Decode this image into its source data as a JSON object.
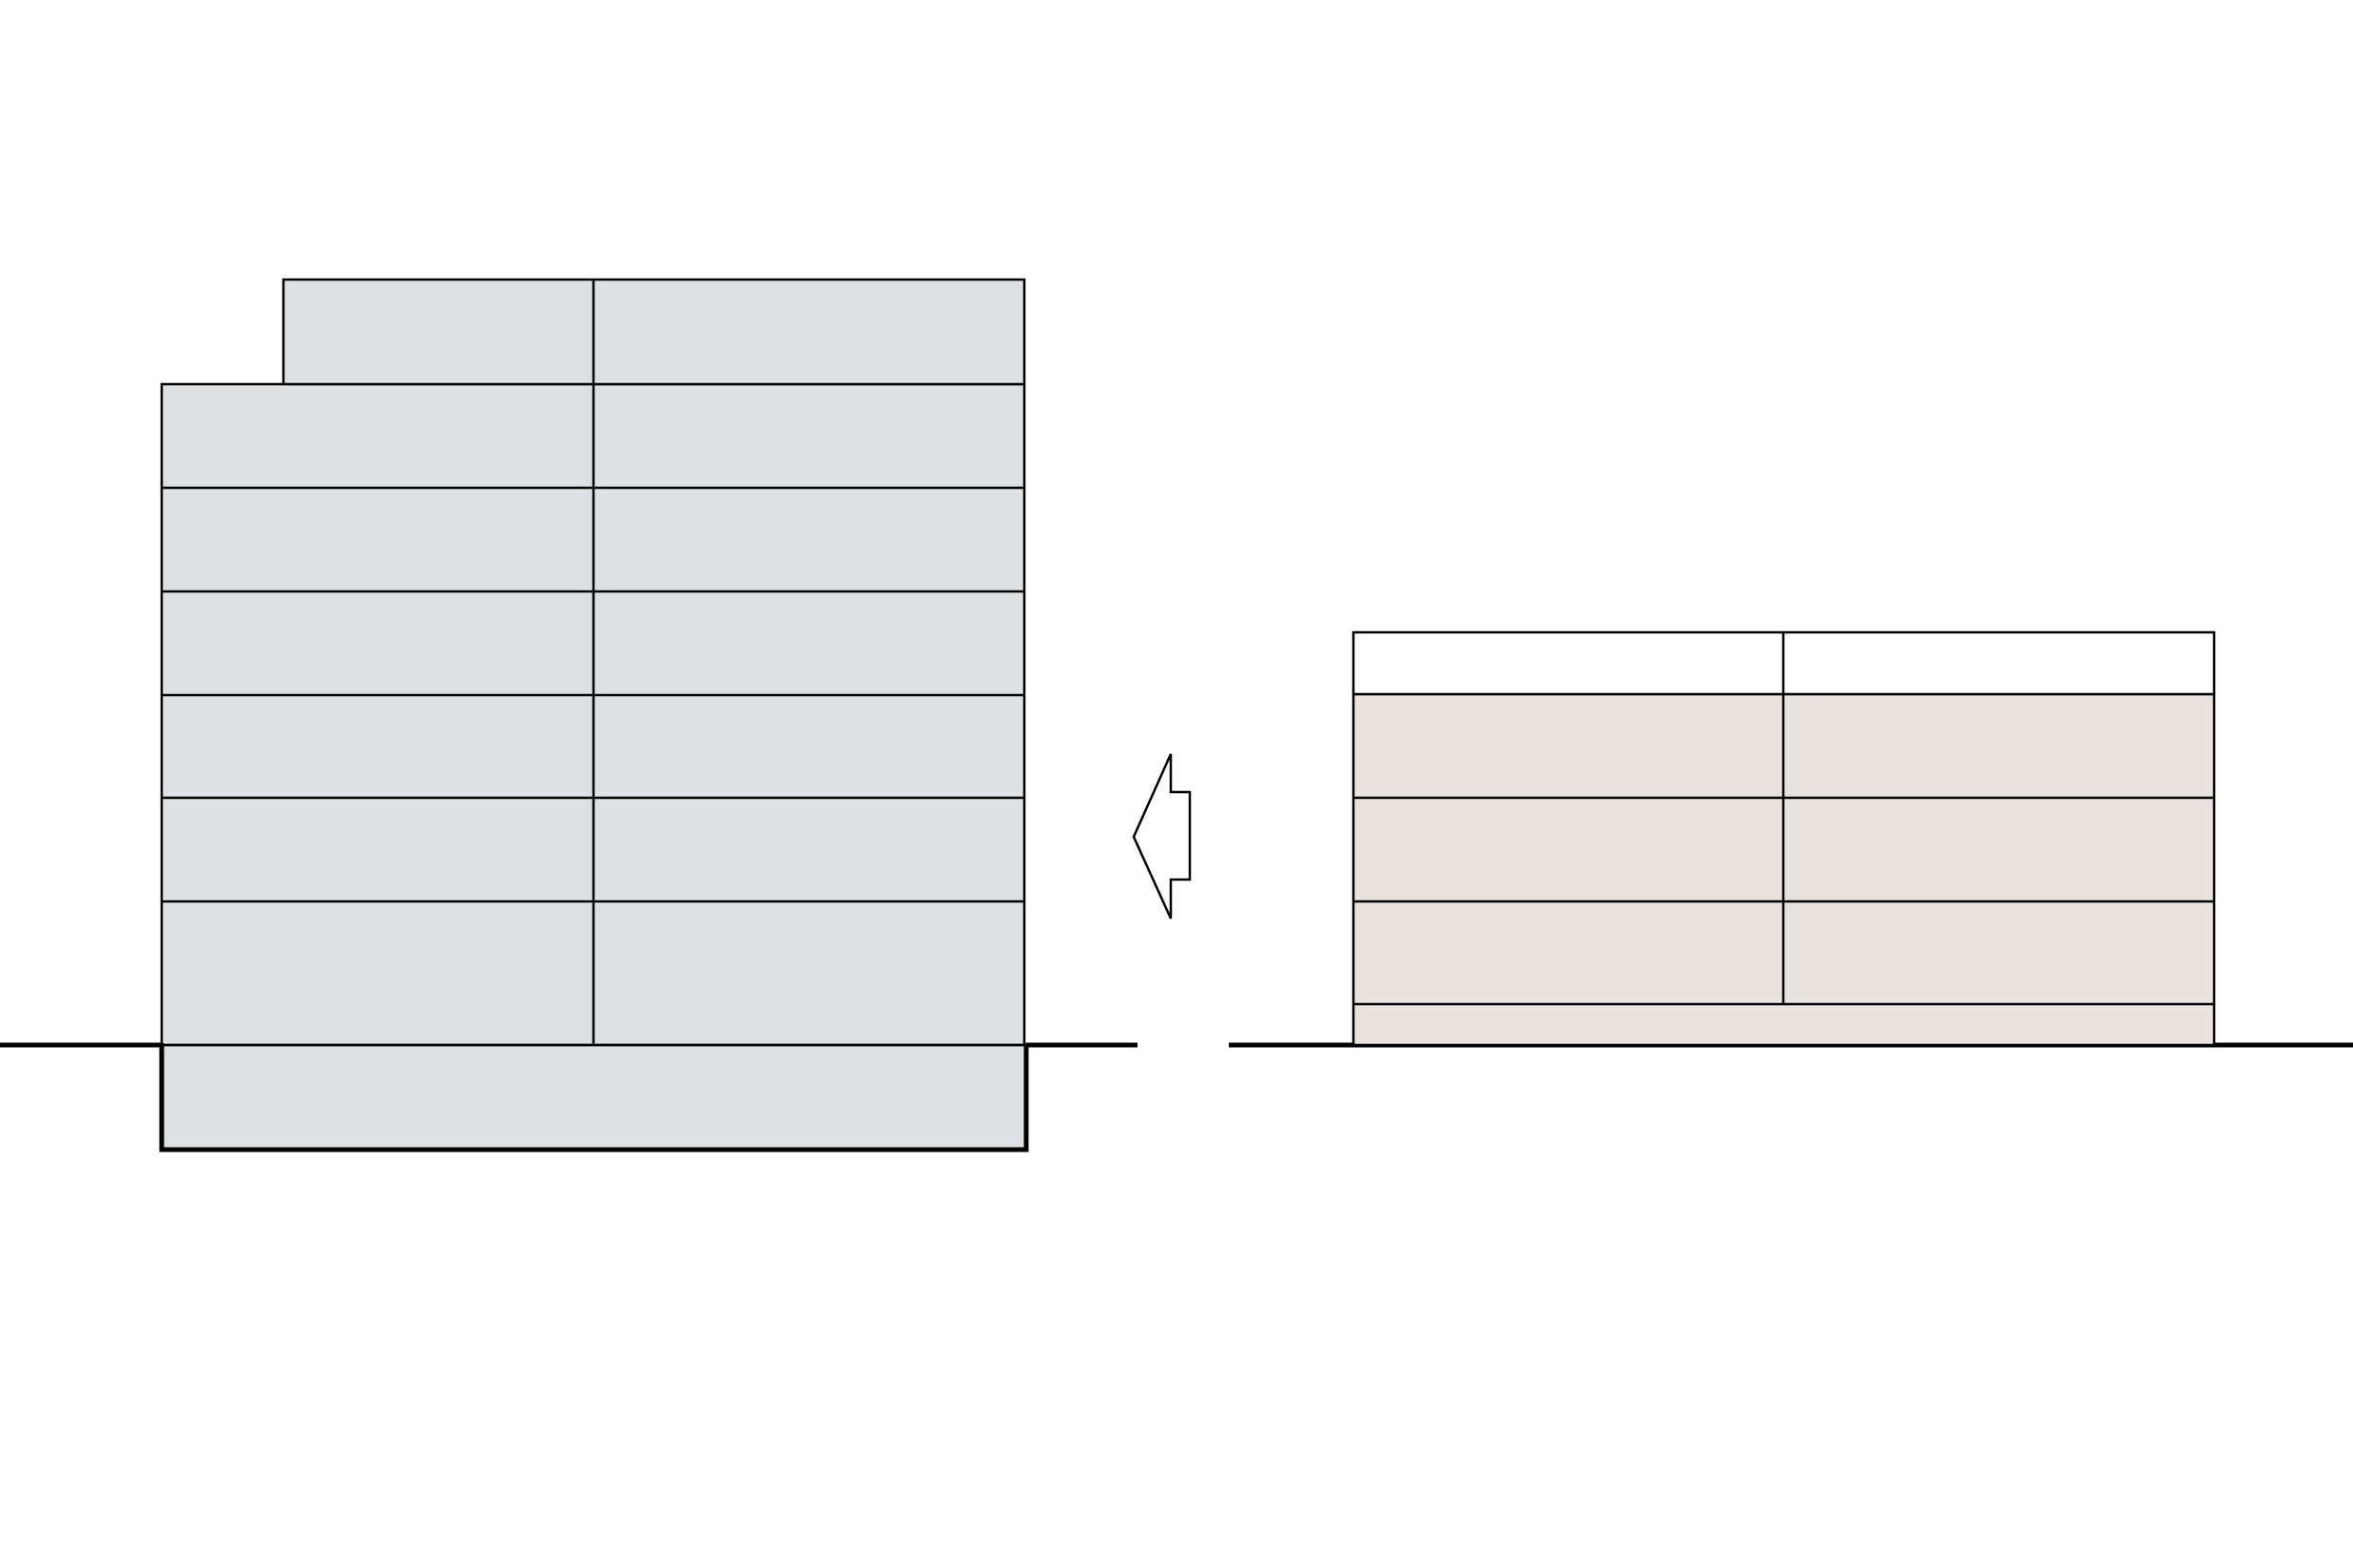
{
  "diagram": {
    "description_kind": "building-section-comparison",
    "colors": {
      "background": "#ffffff",
      "line": "#000000",
      "left_building_fill": "#dee1e4",
      "right_building_fill": "#e8e3de",
      "right_top_band_fill": "#ffffff"
    },
    "left_building": {
      "above_ground_floors": 7,
      "basement_levels": 1,
      "top_floor_setback": true,
      "columns_per_floor": 2
    },
    "arrow": {
      "icon": "left-arrow-icon",
      "direction": "left"
    },
    "right_building": {
      "main_floors": 3,
      "has_top_band": true,
      "has_base_band": true,
      "columns_per_floor": 2
    }
  }
}
